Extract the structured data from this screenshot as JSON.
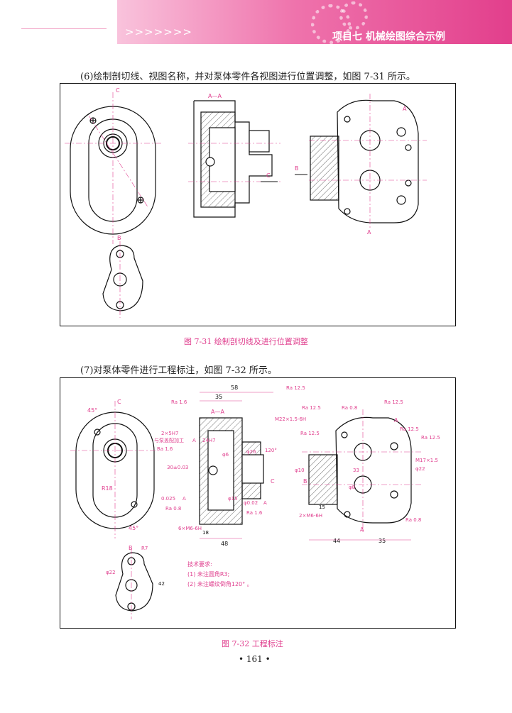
{
  "header": {
    "arrows": ">>>>>>>",
    "chapter_title": "项目七   机械绘图综合示例"
  },
  "paragraph_6": "(6)绘制剖切线、视图名称，并对泵体零件各视图进行位置调整，如图 7-31 所示。",
  "figure_31": {
    "caption": "图 7-31   绘制剖切线及进行位置调整",
    "labels": {
      "c": "C",
      "aa": "A—A",
      "c2": "C",
      "b": "B",
      "a_top": "A",
      "a_bottom": "A",
      "b_view": "B"
    }
  },
  "paragraph_7": "(7)对泵体零件进行工程标注，如图 7-32 所示。",
  "figure_32": {
    "caption": "图 7-32   工程标注",
    "dims": {
      "d58": "58",
      "d35": "35",
      "angle45": "45°",
      "c": "C",
      "aa": "A—A",
      "ra16a": "Ra 1.6",
      "ra125a": "Ra 12.5",
      "ra125b": "Ra 12.5",
      "ra08a": "Ra 0.8",
      "ra125c": "Ra 12.5",
      "ra125d": "Ra 12.5",
      "ra125e": "Ra 12.5",
      "ra125f": "Ra 12.5",
      "m22": "M22×1.5-6H",
      "holes": "2×5H7",
      "match": "与泵盖配加工",
      "a_box": "A",
      "ra16b": "Ra 1.6",
      "d24": "24H7",
      "d6": "φ6",
      "d26": "φ26",
      "d120": "120°",
      "d30": "30±0.03",
      "r18": "R18",
      "c2": "C",
      "a_mark": "A",
      "tol1": "0.025",
      "tol1_ref": "A",
      "tol2": "φ0.02",
      "tol2_ref": "A",
      "ra08b": "Ra 0.8",
      "ra16c": "Ra 1.6",
      "d15": "φ15",
      "angle45b": "45°",
      "m6": "6×M6-6H",
      "d18": "18",
      "d48": "48",
      "b": "B",
      "r7": "R7",
      "d22": "φ22",
      "d42": "42",
      "d10": "φ10",
      "a_top": "A",
      "a_bot": "A",
      "d33": "33",
      "d8": "φ8",
      "m5": "2×M6-6H",
      "d15b": "15",
      "d44": "44",
      "d35b": "35",
      "ra08c": "Ra 0.8",
      "m17": "M17×1.5",
      "d22b": "φ22",
      "b2": "B"
    },
    "notes_title": "技术要求:",
    "note1": "(1) 未注圆角R3;",
    "note2": "(2) 未注螺纹倒角120° 。"
  },
  "page_number": "• 161 •",
  "colors": {
    "accent": "#e0408f",
    "line": "#111111",
    "header_pink": "#e23f8c"
  }
}
